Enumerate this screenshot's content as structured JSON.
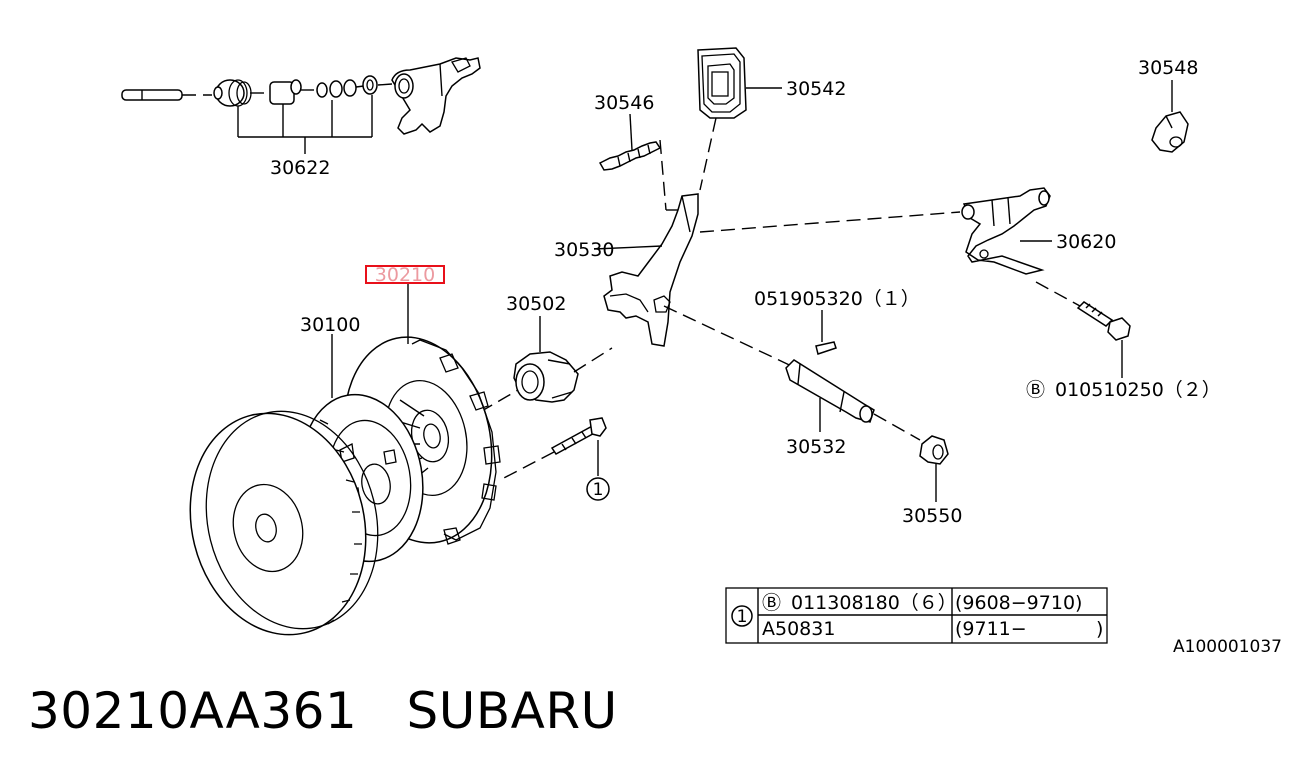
{
  "callouts": {
    "c30622": "30622",
    "c30546": "30546",
    "c30542": "30542",
    "c30548": "30548",
    "c30530": "30530",
    "c30620": "30620",
    "c30210": "30210",
    "c30502": "30502",
    "c30100": "30100",
    "c051905320": "051905320（１）",
    "c010510250_b": "Ⓑ",
    "c010510250": "010510250（２）",
    "c30532": "30532",
    "c30550": "30550",
    "ref1": "1"
  },
  "table": {
    "ref": "1",
    "row1_b": "Ⓑ",
    "row1_part": "011308180（６）",
    "row1_range": "(9608−9710)",
    "row2_part": "A50831",
    "row2_range": "(9711−",
    "row2_close": ")"
  },
  "diagram_id": "A100001037",
  "footer": {
    "part_number": "30210AA361",
    "brand": "SUBARU"
  },
  "colors": {
    "highlight": "#e8101a",
    "line": "#000000"
  }
}
